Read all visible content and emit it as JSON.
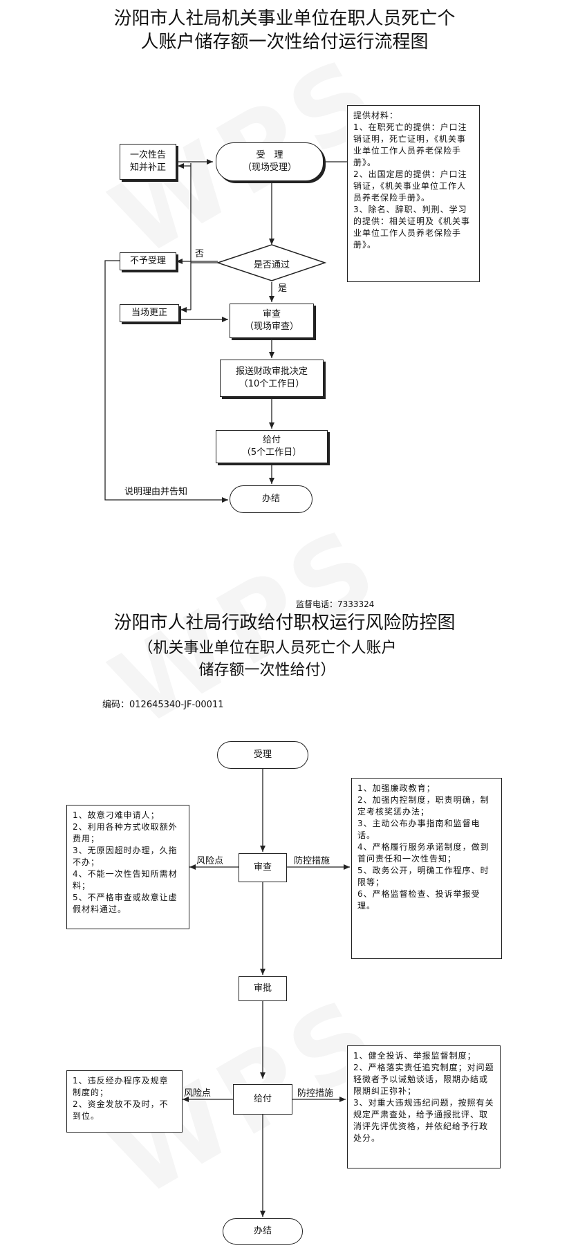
{
  "flow1": {
    "title_line1": "汾阳市人社局机关事业单位在职人员死亡个",
    "title_line2": "人账户储存额一次性给付运行流程图",
    "accept_title": "受　理",
    "accept_sub": "（现场受理）",
    "notify_correct": "一次性告\n知并补正",
    "decision": "是否通过",
    "no_label": "否",
    "yes_label": "是",
    "reject": "不予受理",
    "correct_on_site": "当场更正",
    "review_title": "审查",
    "review_sub": "（现场审查）",
    "finance_title": "报送财政审批决定",
    "finance_sub": "（10个工作日）",
    "pay_title": "给付",
    "pay_sub": "（5个工作日）",
    "explain": "说明理由并告知",
    "finish": "办结",
    "materials": "提供材料：\n1、在职死亡的提供：户口注销证明，死亡证明，《机关事业单位工作人员养老保险手册》。\n2、出国定居的提供：户口注销证，《机关事业单位工作人员养老保险手册》。\n3、除名、辞职、判刑、学习的提供：相关证明及《机关事业单位工作人员养老保险手册》。",
    "phone": "监督电话：7333324"
  },
  "flow2": {
    "title": "汾阳市人社局行政给付职权运行风险防控图",
    "subtitle_line1": "（机关事业单位在职人员死亡个人账户",
    "subtitle_line2": "储存额一次性给付）",
    "code": "编码：012645340-JF-00011",
    "accept": "受理",
    "review": "审查",
    "approve": "审批",
    "pay": "给付",
    "finish": "办结",
    "risk_label": "风险点",
    "control_label": "防控措施",
    "review_risks": "1、故意刁难申请人；\n2、利用各种方式收取额外费用；\n3、无原因超时办理，久拖不办；\n4、不能一次性告知所需材料；\n5、不严格审查或故意让虚假材料通过。",
    "review_controls": "1、加强廉政教育；\n2、加强内控制度，职责明确，制定考核奖惩办法；\n3、主动公布办事指南和监督电话。\n4、严格履行服务承诺制度，做到首问责任和一次性告知；\n5、政务公开，明确工作程序、时限等；\n6、严格监督检查、投诉举报受理。",
    "pay_risks": "1、违反经办程序及规章制度的；\n2、资金发放不及时，不到位。",
    "pay_controls": "1、健全投诉、举报监督制度；\n2、严格落实责任追究制度；对问题轻微者予以诫勉谈话，限期办结或限期纠正弥补；\n3、对重大违规违纪问题，按照有关规定严肃查处，给予通报批评、取消评先评优资格，并依纪给予行政处分。"
  }
}
